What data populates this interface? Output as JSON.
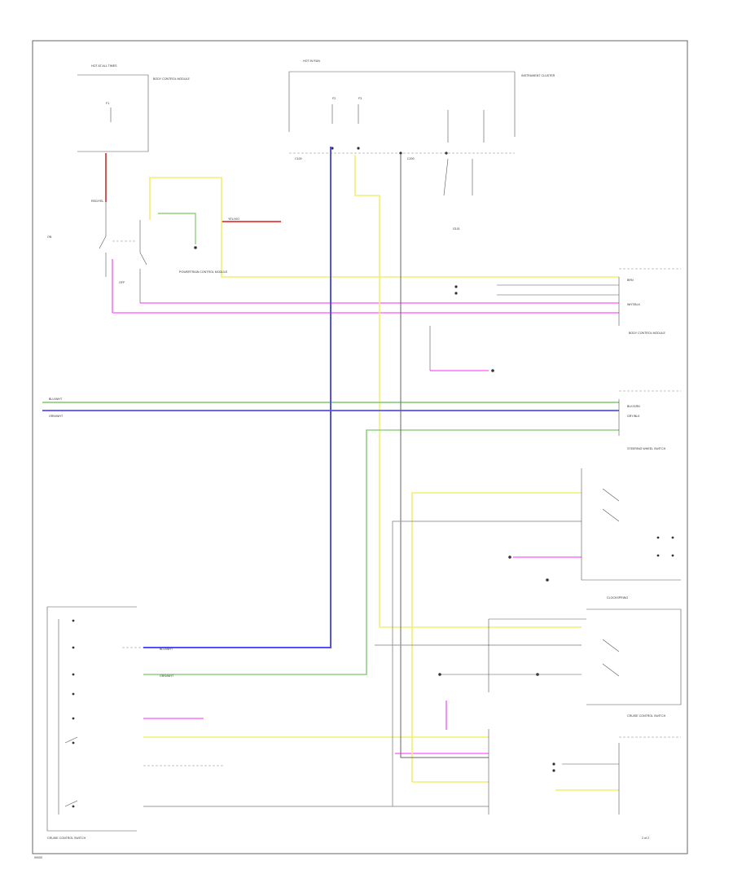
{
  "colors": {
    "red": "#e85050",
    "pink": "#ff70ff",
    "yellow": "#f0f070",
    "green": "#90d080",
    "blue": "#5050ff",
    "grey": "#999999",
    "frame": "#555555"
  },
  "labels": {
    "hot_at_all_times": "HOT AT ALL TIMES",
    "hot_in_run": "HOT IN RUN",
    "fuse_f1": "F1",
    "fuse_f2": "F2",
    "fuse_f3": "F3",
    "red_yel": "RED/YEL",
    "yel_vio": "YEL/VIO",
    "blk_grn": "BLK/GRN",
    "blu_wht": "BLU/WHT",
    "wht_blk": "WHT/BLK",
    "grn_wht": "GRN/WHT",
    "brn": "BRN",
    "gry_blk": "GRY/BLK",
    "ground": "G101",
    "c100": "C100",
    "c200": "C200",
    "switch_1": "ON",
    "switch_2": "OFF",
    "module_a": "BODY CONTROL MODULE",
    "module_b": "INSTRUMENT CLUSTER",
    "module_c": "POWERTRAIN CONTROL MODULE",
    "module_d": "STEERING WHEEL SWITCH",
    "module_e": "CRUISE CONTROL SWITCH",
    "module_f": "CLOCKSPRING",
    "footer": "CRUISE CONTROL SWITCH",
    "page_tag": "2 of 2",
    "code": "09000"
  }
}
